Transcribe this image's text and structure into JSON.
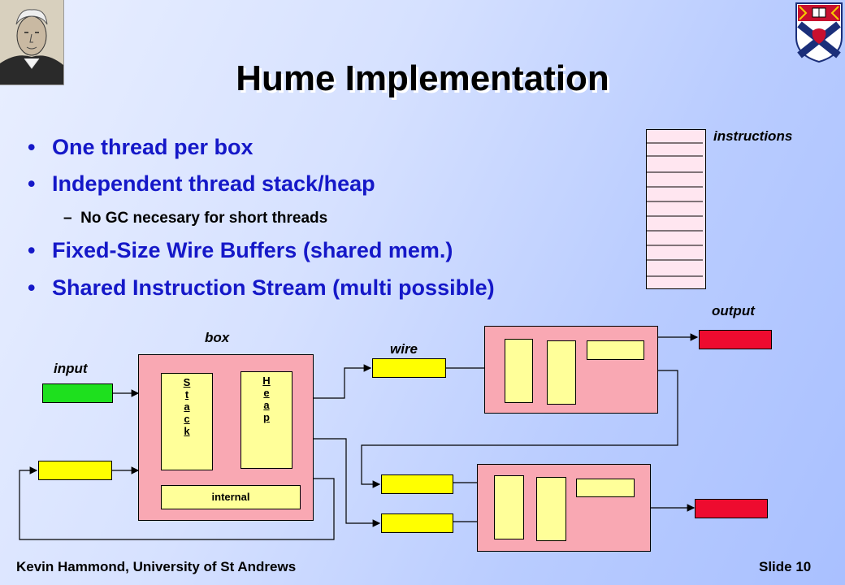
{
  "slide": {
    "title": "Hume Implementation",
    "bullets": [
      "One thread per box",
      "Independent thread stack/heap",
      "Fixed-Size Wire Buffers (shared mem.)",
      "Shared Instruction Stream (multi possible)"
    ],
    "sub_bullet": "No GC necesary for short threads",
    "sub_dash": "–",
    "bullet_symbol": "•"
  },
  "diagram": {
    "label_instructions": "instructions",
    "label_output": "output",
    "label_box": "box",
    "label_wire": "wire",
    "label_input": "input",
    "stack_letters": [
      "S",
      "t",
      "a",
      "c",
      "k"
    ],
    "heap_letters": [
      "H",
      "e",
      "a",
      "p"
    ],
    "internal_label": "internal"
  },
  "footer": {
    "author": "Kevin Hammond, University of St Andrews",
    "slide_number": "Slide 10"
  },
  "colors": {
    "box": "#f9a8b3",
    "buffer": "#ffff00",
    "input": "#1ee01e",
    "output": "#ee0b2f",
    "bullet_text": "#1518c8"
  },
  "icons": [
    "portrait-image",
    "university-crest-icon"
  ]
}
